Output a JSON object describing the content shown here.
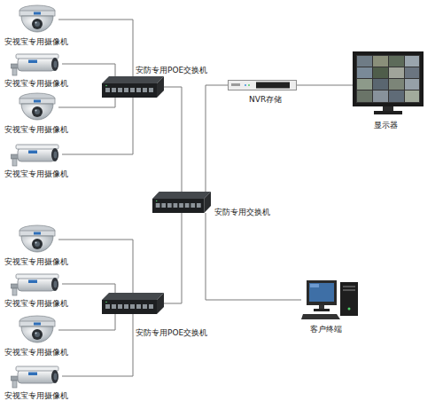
{
  "diagram": {
    "nodes": [
      {
        "text": [
          "安视宝专用摄像机"
        ]
      },
      {
        "text": [
          "安视宝专用摄像机"
        ]
      },
      {
        "text": [
          "安视宝专用摄像机"
        ]
      },
      {
        "text": [
          "安视宝专用摄像机"
        ]
      },
      {
        "text": [
          "安防专用POE交换机"
        ]
      },
      {
        "text": [
          "NVR存储"
        ]
      },
      {
        "text": [
          "显示器"
        ]
      },
      {
        "text": [
          "安防专用交换机"
        ]
      },
      {
        "text": [
          "安视宝专用摄像机"
        ]
      },
      {
        "text": [
          "安视宝专用摄像机"
        ]
      },
      {
        "text": [
          "安视宝专用摄像机"
        ]
      },
      {
        "text": [
          "安视宝专用摄像机"
        ]
      },
      {
        "text": [
          "安防专用POE交换机"
        ]
      },
      {
        "text": [
          "客户终端"
        ]
      }
    ],
    "edges": [
      {
        "from": 0,
        "to": 4,
        "arrow": "none"
      },
      {
        "from": 1,
        "to": 4,
        "arrow": "none"
      },
      {
        "from": 2,
        "to": 4,
        "arrow": "none"
      },
      {
        "from": 3,
        "to": 4,
        "arrow": "none"
      },
      {
        "from": 4,
        "to": 7,
        "arrow": "none"
      },
      {
        "from": 7,
        "to": 5,
        "arrow": "none"
      },
      {
        "from": 5,
        "to": 6,
        "arrow": "none"
      },
      {
        "from": 8,
        "to": 12,
        "arrow": "none"
      },
      {
        "from": 9,
        "to": 12,
        "arrow": "none"
      },
      {
        "from": 10,
        "to": 12,
        "arrow": "none"
      },
      {
        "from": 11,
        "to": 12,
        "arrow": "none"
      },
      {
        "from": 12,
        "to": 7,
        "arrow": "none"
      },
      {
        "from": 7,
        "to": 13,
        "arrow": "none"
      }
    ]
  }
}
